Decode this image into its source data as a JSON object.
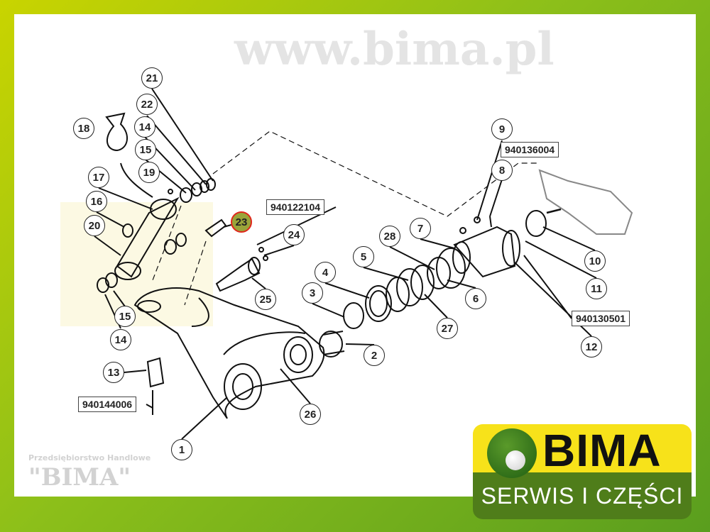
{
  "diagram": {
    "callouts": [
      {
        "id": "c21",
        "label": "21"
      },
      {
        "id": "c22",
        "label": "22"
      },
      {
        "id": "c14a",
        "label": "14"
      },
      {
        "id": "c15a",
        "label": "15"
      },
      {
        "id": "c18",
        "label": "18"
      },
      {
        "id": "c19",
        "label": "19"
      },
      {
        "id": "c17",
        "label": "17"
      },
      {
        "id": "c16",
        "label": "16"
      },
      {
        "id": "c20",
        "label": "20"
      },
      {
        "id": "c15b",
        "label": "15"
      },
      {
        "id": "c14b",
        "label": "14"
      },
      {
        "id": "c23",
        "label": "23"
      },
      {
        "id": "c24",
        "label": "24"
      },
      {
        "id": "c25",
        "label": "25"
      },
      {
        "id": "c4",
        "label": "4"
      },
      {
        "id": "c5",
        "label": "5"
      },
      {
        "id": "c3",
        "label": "3"
      },
      {
        "id": "c28",
        "label": "28"
      },
      {
        "id": "c7",
        "label": "7"
      },
      {
        "id": "c6",
        "label": "6"
      },
      {
        "id": "c27",
        "label": "27"
      },
      {
        "id": "c2",
        "label": "2"
      },
      {
        "id": "c26",
        "label": "26"
      },
      {
        "id": "c1",
        "label": "1"
      },
      {
        "id": "c13",
        "label": "13"
      },
      {
        "id": "c9",
        "label": "9"
      },
      {
        "id": "c8",
        "label": "8"
      },
      {
        "id": "c10",
        "label": "10"
      },
      {
        "id": "c11",
        "label": "11"
      },
      {
        "id": "c12",
        "label": "12"
      }
    ],
    "highlighted": "23",
    "part_numbers": [
      "940136004",
      "940122104",
      "940130501",
      "940144006"
    ]
  },
  "watermark": {
    "url": "www.bima.pl",
    "company_line": "Przedsiębiorstwo Handlowe",
    "company_name": "\"BIMA\""
  },
  "logo": {
    "name": "BIMA",
    "tagline": "SERWIS I CZĘŚCI"
  },
  "colors": {
    "highlight_fill": "#9aa43a",
    "highlight_ring": "#e0261b",
    "logo_yellow": "#f7e21a",
    "logo_green": "#4f7d1a"
  }
}
